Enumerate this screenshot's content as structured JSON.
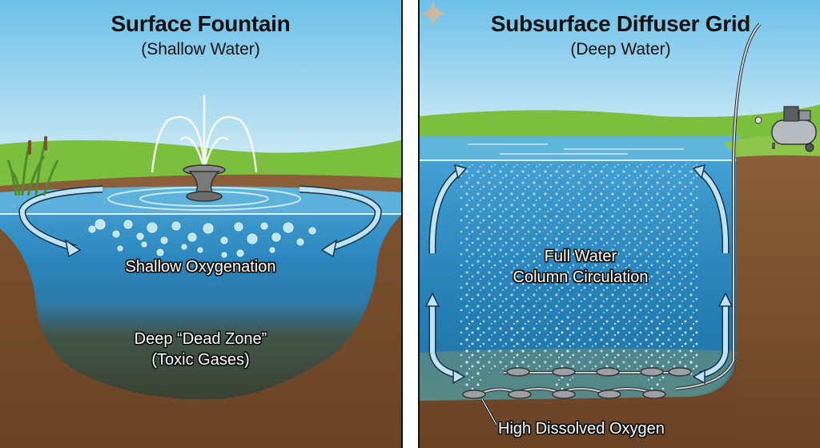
{
  "left_panel": {
    "title": "Surface Fountain",
    "subtitle": "(Shallow Water)",
    "labels": {
      "shallow": "Shallow Oxygenation",
      "dead_zone_line1": "Deep “Dead Zone”",
      "dead_zone_line2": "(Toxic Gases)"
    }
  },
  "right_panel": {
    "title": "Subsurface Diffuser Grid",
    "subtitle": "(Deep Water)",
    "labels": {
      "circulation_line1": "Full Water",
      "circulation_line2": "Column Circulation",
      "oxygen": "High Dissolved Oxygen"
    }
  },
  "colors": {
    "sky_top": "#6cc0e8",
    "sky_bottom": "#cfe9f5",
    "grass": "#7cbf3f",
    "water_surface": "#5fb4dc",
    "water_mid": "#2a86bd",
    "dead_zone": "#3f4a3c",
    "soil": "#7a5232",
    "divider": "#ffffff"
  },
  "icons": [
    "fountain-icon",
    "cattail-plants-icon",
    "air-compressor-icon",
    "diffuser-disc-icon",
    "circulation-arrow-icon",
    "sparkle-watermark-icon"
  ]
}
